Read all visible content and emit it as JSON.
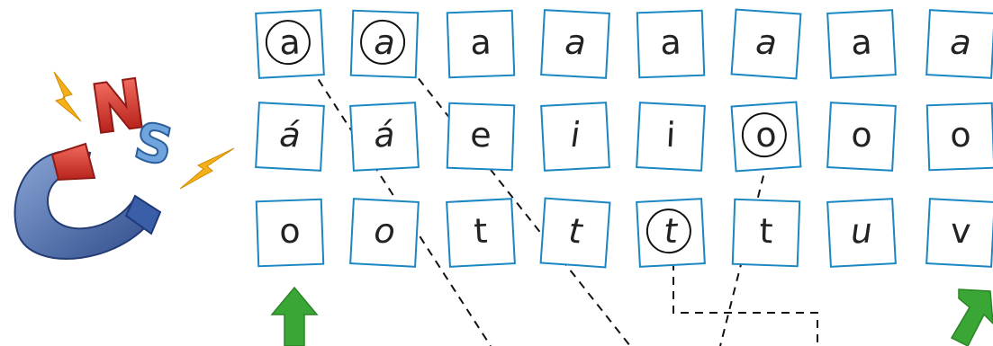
{
  "tiles": [
    {
      "id": "r1c1",
      "text": "a",
      "italic": false,
      "circled": true
    },
    {
      "id": "r1c2",
      "text": "a",
      "italic": true,
      "circled": true
    },
    {
      "id": "r1c3",
      "text": "a",
      "italic": false,
      "circled": false
    },
    {
      "id": "r1c4",
      "text": "a",
      "italic": true,
      "circled": false
    },
    {
      "id": "r1c5",
      "text": "a",
      "italic": false,
      "circled": false
    },
    {
      "id": "r1c6",
      "text": "a",
      "italic": true,
      "circled": false
    },
    {
      "id": "r1c7",
      "text": "a",
      "italic": false,
      "circled": false
    },
    {
      "id": "r1c8",
      "text": "a",
      "italic": true,
      "circled": false
    },
    {
      "id": "r2c1",
      "text": "á",
      "italic": true,
      "circled": false
    },
    {
      "id": "r2c2",
      "text": "á",
      "italic": true,
      "circled": false
    },
    {
      "id": "r2c3",
      "text": "e",
      "italic": false,
      "circled": false
    },
    {
      "id": "r2c4",
      "text": "i",
      "italic": true,
      "circled": false
    },
    {
      "id": "r2c5",
      "text": "i",
      "italic": false,
      "circled": false
    },
    {
      "id": "r2c6",
      "text": "o",
      "italic": false,
      "circled": true
    },
    {
      "id": "r2c7",
      "text": "o",
      "italic": false,
      "circled": false
    },
    {
      "id": "r2c8",
      "text": "o",
      "italic": false,
      "circled": false
    },
    {
      "id": "r3c1",
      "text": "o",
      "italic": false,
      "circled": false
    },
    {
      "id": "r3c2",
      "text": "o",
      "italic": true,
      "circled": false
    },
    {
      "id": "r3c3",
      "text": "t",
      "italic": false,
      "circled": false
    },
    {
      "id": "r3c4",
      "text": "t",
      "italic": true,
      "circled": false
    },
    {
      "id": "r3c5",
      "text": "t",
      "italic": true,
      "circled": true
    },
    {
      "id": "r3c6",
      "text": "t",
      "italic": false,
      "circled": false
    },
    {
      "id": "r3c7",
      "text": "u",
      "italic": true,
      "circled": false
    },
    {
      "id": "r3c8",
      "text": "v",
      "italic": false,
      "circled": false
    }
  ],
  "icons": {
    "magnet": "magnet-icon",
    "arrow_left": "up-arrow-icon",
    "arrow_right": "up-right-arrow-icon"
  },
  "colors": {
    "tile_border": "#1a86c2",
    "arrow_green": "#3aa635",
    "magnet_blue": "#4a6aa8",
    "magnet_red": "#e0403a",
    "spark_yellow": "#f5b019"
  }
}
